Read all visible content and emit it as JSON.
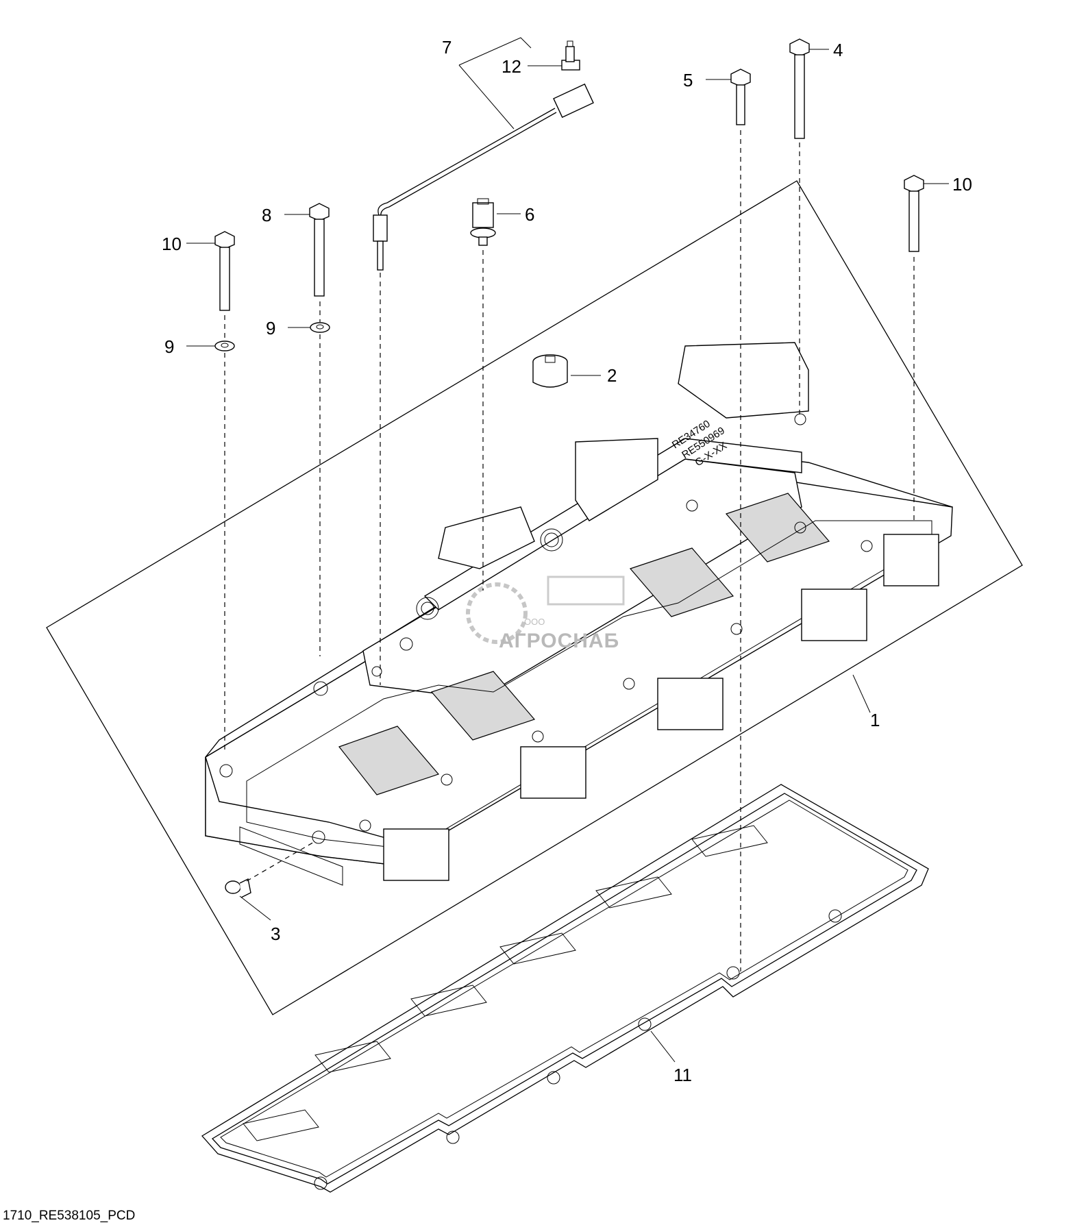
{
  "diagram": {
    "drawing_id": "1710_RE538105_PCD",
    "callouts": {
      "c1": "1",
      "c2": "2",
      "c3": "3",
      "c4": "4",
      "c5": "5",
      "c6": "6",
      "c7": "7",
      "c8": "8",
      "c9a": "9",
      "c9b": "9",
      "c10a": "10",
      "c10b": "10",
      "c11": "11",
      "c12": "12"
    },
    "part_markings": [
      "RE34760",
      "RE550969",
      "G-X-XX"
    ],
    "watermark": {
      "company": "АГРОСНАБ",
      "prefix": "ООО"
    }
  }
}
